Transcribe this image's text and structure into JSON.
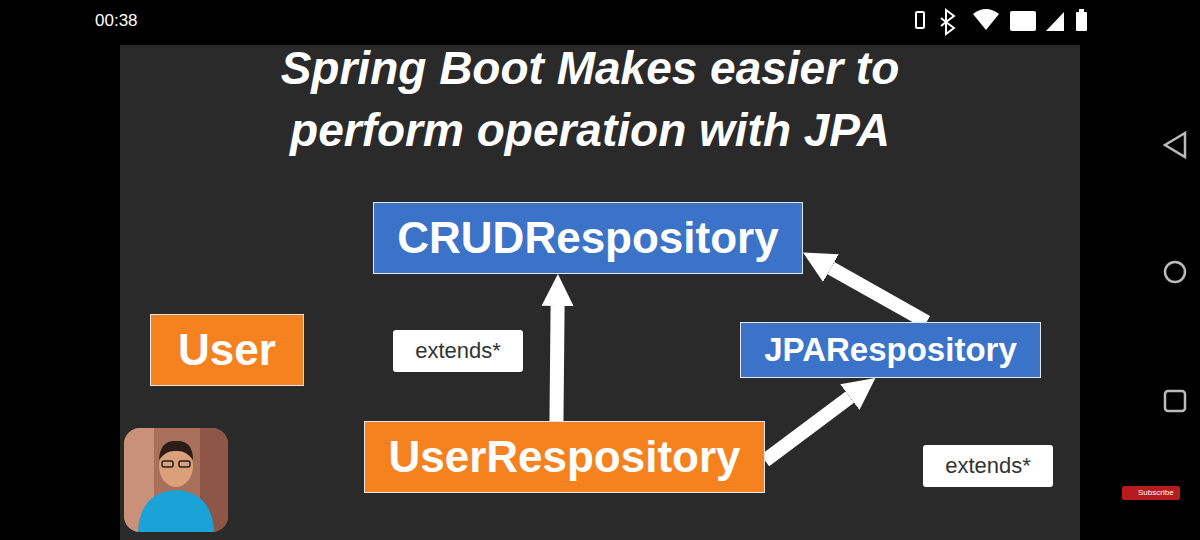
{
  "diagram": {
    "title": "Spring Boot Makes easier to perform operation with JPA",
    "nodes": [
      {
        "text": [
          "CRUDRespository"
        ]
      },
      {
        "text": [
          "User"
        ]
      },
      {
        "text": [
          "JPARespository"
        ]
      },
      {
        "text": [
          "UserRespository"
        ]
      }
    ],
    "edges": [
      {
        "from": 3,
        "to": 0,
        "arrow": "to",
        "label": "extends*"
      },
      {
        "from": 3,
        "to": 2,
        "arrow": "to",
        "label": "extends*"
      },
      {
        "from": 2,
        "to": 0,
        "arrow": "to"
      }
    ],
    "labels": [
      "00:38",
      "Subscribe"
    ]
  }
}
